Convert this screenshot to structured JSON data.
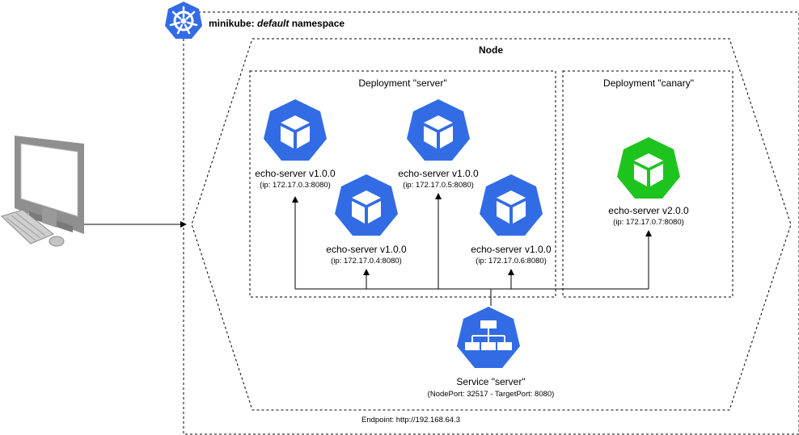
{
  "namespace": {
    "cluster": "minikube:",
    "name": "default",
    "suffix": "namespace"
  },
  "node": {
    "title": "Node"
  },
  "deployments": [
    {
      "title": "Deployment \"server\""
    },
    {
      "title": "Deployment \"canary\""
    }
  ],
  "pods": [
    {
      "name": "echo-server v1.0.0",
      "ip": "(ip: 172.17.0.3:8080)",
      "color": "#326ce5"
    },
    {
      "name": "echo-server v1.0.0",
      "ip": "(ip: 172.17.0.5:8080)",
      "color": "#326ce5"
    },
    {
      "name": "echo-server v1.0.0",
      "ip": "(ip: 172.17.0.4:8080)",
      "color": "#326ce5"
    },
    {
      "name": "echo-server v1.0.0",
      "ip": "(ip: 172.17.0.6:8080)",
      "color": "#326ce5"
    },
    {
      "name": "echo-server v2.0.0",
      "ip": "(ip: 172.17.0.7:8080)",
      "color": "#1ec41e"
    }
  ],
  "service": {
    "name": "Service \"server\"",
    "ports": "(NodePort: 32517 - TargetPort: 8080)",
    "color": "#326ce5"
  },
  "endpoint": "Endpoint: http://192.168.64.3",
  "icons": {
    "kubernetes": "kubernetes-helm-icon",
    "pod": "pod-cube-icon",
    "service": "service-network-icon",
    "client": "desktop-computer-icon"
  }
}
